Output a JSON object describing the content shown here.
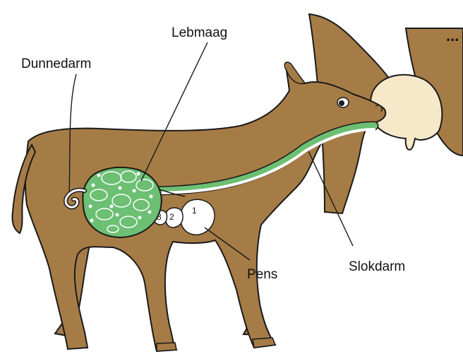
{
  "labels": {
    "lebmaag": "Lebmaag",
    "dunnedarm": "Dunnedarm",
    "pens": "Pens",
    "slokdarm": "Slokdarm",
    "ellipsis": "..."
  },
  "stomach_numbers": [
    "3",
    "2",
    "1"
  ],
  "colors": {
    "cow_body": "#a67c46",
    "outline": "#1a1a1a",
    "udder": "#f6e9c9",
    "abomasum": "#6cbf73",
    "esophagus": "#6cbf73",
    "milk_channel": "#ffffff",
    "stomach_chamber": "#ffffff"
  }
}
